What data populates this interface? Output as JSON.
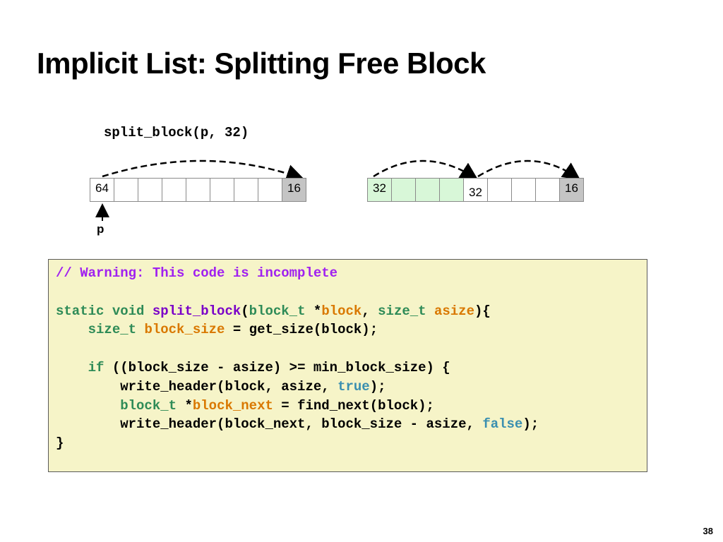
{
  "slide": {
    "title": "Implicit List: Splitting Free Block",
    "call_text": "split_block(p, 32)",
    "pointer_label": "p",
    "page_number": "38"
  },
  "before_block": {
    "header": "64",
    "footer": "16"
  },
  "after_block": {
    "first_header": "32",
    "second_header": "32",
    "footer": "16"
  },
  "code": {
    "comment": "// Warning: This code is incomplete",
    "kw_static": "static",
    "kw_void": "void",
    "fn_split_block": "split_block",
    "paren_open": "(",
    "type_block_t": "block_t",
    "star": " *",
    "param_block": "block",
    "comma": ", ",
    "type_size_t": "size_t",
    "param_asize": "asize",
    "close_brace_open": "){",
    "indent1": "    ",
    "type_size_t2": "size_t",
    "var_block_size": "block_size",
    "assign_get_size": " = get_size(block);",
    "kw_if": "if",
    "if_cond": " ((block_size - asize) >= min_block_size) {",
    "indent2": "        ",
    "write_header_1a": "write_header(block, asize, ",
    "bool_true": "true",
    "end_paren_semi": ");",
    "type_block_t2": "block_t",
    "star2": " *",
    "var_block_next": "block_next",
    "assign_find_next": " = find_next(block);",
    "write_header_2a": "write_header(block_next, block_size - asize, ",
    "bool_false": "false",
    "end_paren_semi2": ");",
    "close_brace": "}"
  },
  "colors": {
    "comment": "#a020f0",
    "keyword": "#2e8b57",
    "function": "#7a00c8",
    "variable": "#d97800",
    "boolean": "#3a8fb0",
    "code_background": "#f6f4c8",
    "free_cell": "#d8f7d8",
    "boundary_tag": "#c4c4c4"
  }
}
